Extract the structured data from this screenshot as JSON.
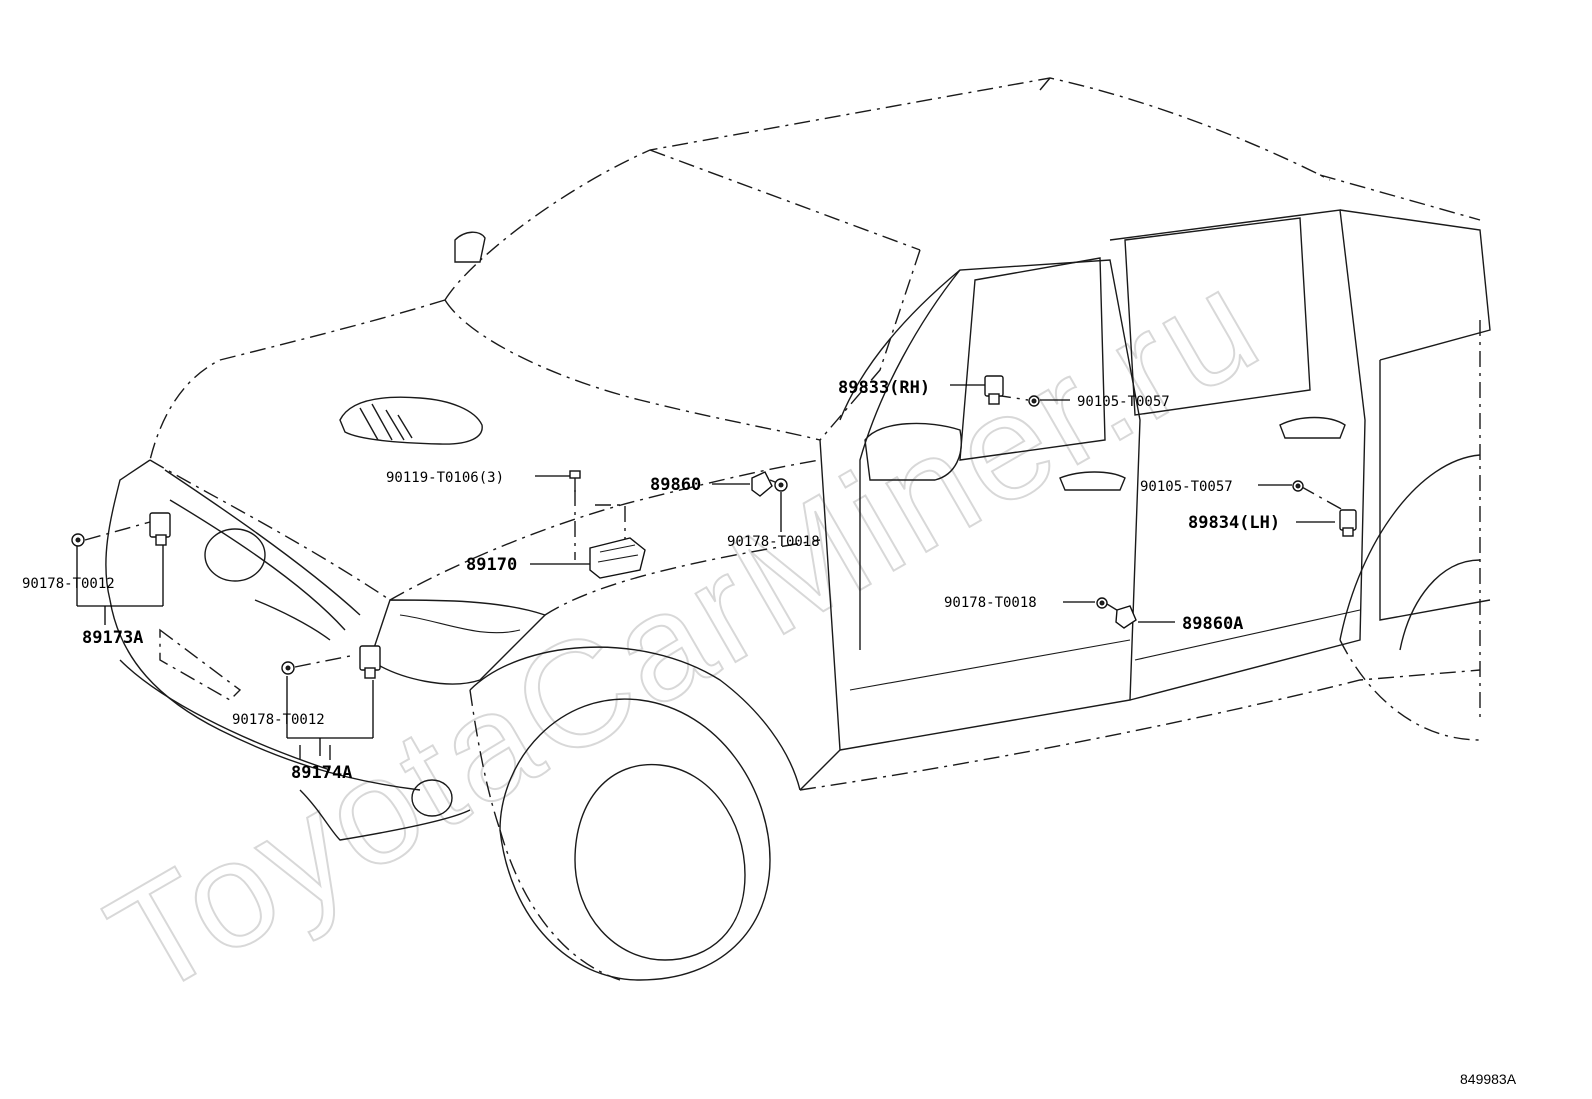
{
  "watermark": "ToyotaCarMiner.ru",
  "diagram_id": "849983A",
  "callouts": {
    "c_89833_rh": "89833(RH)",
    "c_90105_t0057_a": "90105-T0057",
    "c_90119_t0106": "90119-T0106(3)",
    "c_89860": "89860",
    "c_90178_t0018_a": "90178-T0018",
    "c_89170": "89170",
    "c_90105_t0057_b": "90105-T0057",
    "c_89834_lh": "89834(LH)",
    "c_90178_t0018_b": "90178-T0018",
    "c_89860a": "89860A",
    "c_90178_t0012_a": "90178-T0012",
    "c_89173a": "89173A",
    "c_90178_t0012_b": "90178-T0012",
    "c_89174a": "89174A"
  }
}
